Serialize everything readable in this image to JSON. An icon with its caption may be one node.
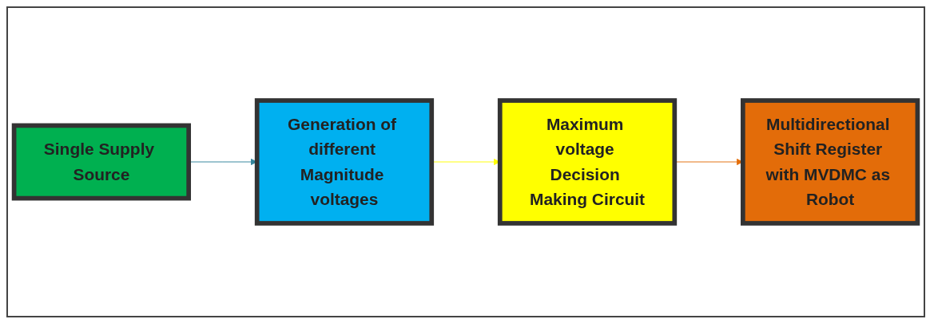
{
  "diagram": {
    "nodes": [
      {
        "text": [
          "Single Supply Source"
        ]
      },
      {
        "text": [
          "Generation of different Magnitude voltages"
        ]
      },
      {
        "text": [
          "Maximum voltage Decision Making Circuit"
        ]
      },
      {
        "text": [
          "Multidirectional Shift Register with MVDMC as Robot"
        ]
      }
    ],
    "edges": [
      {
        "from": 0,
        "to": 1,
        "arrow": "to",
        "color": "#31849b"
      },
      {
        "from": 1,
        "to": 2,
        "arrow": "to",
        "color": "#ffff00"
      },
      {
        "from": 2,
        "to": 3,
        "arrow": "to",
        "color": "#e36c09"
      }
    ]
  }
}
